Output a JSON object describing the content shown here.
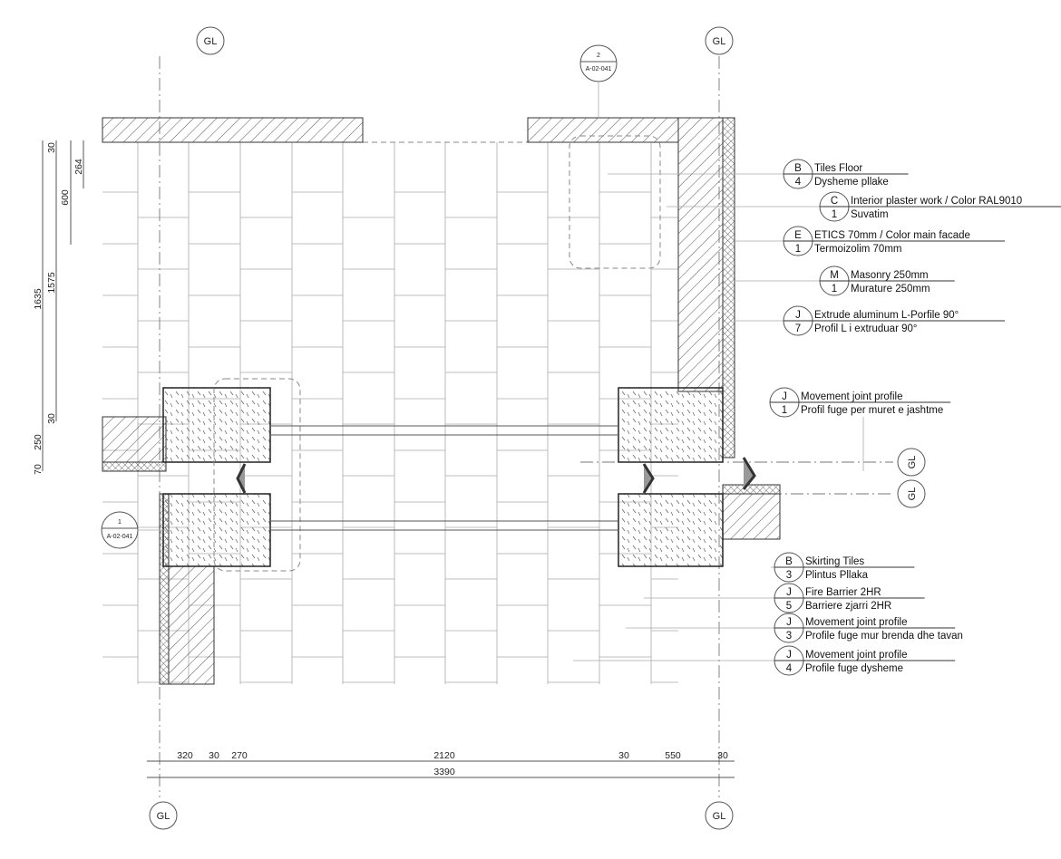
{
  "grid_labels": {
    "top_left": "GL",
    "top_right": "GL",
    "bottom_left": "GL",
    "bottom_right": "GL",
    "right_upper": "GL",
    "right_lower": "GL"
  },
  "section_markers": [
    {
      "number": "2",
      "sheet": "A-02-041"
    },
    {
      "number": "1",
      "sheet": "A-02-041"
    }
  ],
  "callouts": [
    {
      "code": "B",
      "num": "4",
      "title": "Tiles Floor",
      "subtitle": "Dysheme pllake"
    },
    {
      "code": "C",
      "num": "1",
      "title": "Interior plaster work / Color RAL9010",
      "subtitle": "Suvatim"
    },
    {
      "code": "E",
      "num": "1",
      "title": "ETICS 70mm / Color main facade",
      "subtitle": "Termoizolim 70mm"
    },
    {
      "code": "M",
      "num": "1",
      "title": "Masonry 250mm",
      "subtitle": "Murature 250mm"
    },
    {
      "code": "J",
      "num": "7",
      "title": "Extrude aluminum L-Porfile 90°",
      "subtitle": "Profil L i extruduar 90°"
    },
    {
      "code": "J",
      "num": "1",
      "title": "Movement joint profile",
      "subtitle": "Profil fuge per muret e jashtme"
    },
    {
      "code": "B",
      "num": "3",
      "title": "Skirting Tiles",
      "subtitle": "Plintus Pllaka"
    },
    {
      "code": "J",
      "num": "5",
      "title": "Fire Barrier 2HR",
      "subtitle": "Barriere zjarri 2HR"
    },
    {
      "code": "J",
      "num": "3",
      "title": "Movement joint profile",
      "subtitle": "Profile fuge mur brenda dhe tavan"
    },
    {
      "code": "J",
      "num": "4",
      "title": "Movement joint profile",
      "subtitle": "Profile fuge dysheme"
    }
  ],
  "dimensions_left": {
    "d1635": "1635",
    "d1575": "1575",
    "d600": "600",
    "d264": "264",
    "d30a": "30",
    "d30b": "30",
    "d250": "250",
    "d70": "70"
  },
  "dimensions_bottom": {
    "d320": "320",
    "d30a": "30",
    "d270": "270",
    "d2120": "2120",
    "d30b": "30",
    "d550": "550",
    "d30c": "30",
    "total": "3390"
  }
}
